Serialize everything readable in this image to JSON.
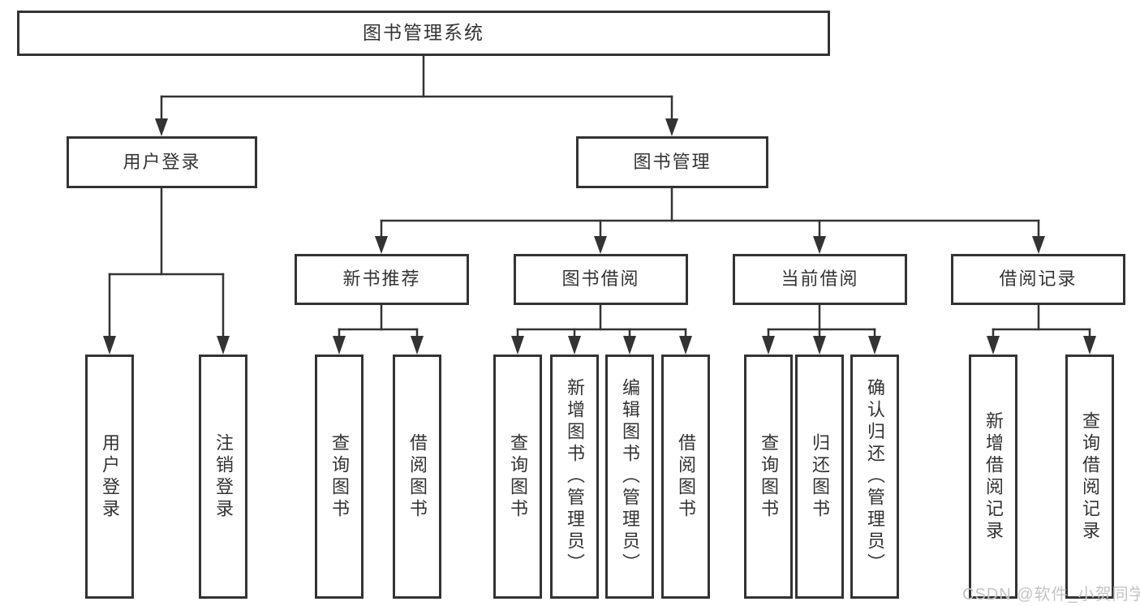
{
  "diagram_title": "图书管理系统",
  "colors": {
    "line": "#333333",
    "text": "#333333",
    "box_background": "#ffffff",
    "page_background": "#ffffff",
    "watermark": "#c4c4c4"
  },
  "watermark": {
    "text": "CSDN @软件_小贺同学"
  },
  "tree": {
    "root": {
      "label": "图书管理系统"
    },
    "branches": [
      {
        "label": "用户登录",
        "children": [
          {
            "label": "用户登录"
          },
          {
            "label": "注销登录"
          }
        ]
      },
      {
        "label": "图书管理",
        "children": [
          {
            "label": "新书推荐",
            "children": [
              {
                "label": "查询图书"
              },
              {
                "label": "借阅图书"
              }
            ]
          },
          {
            "label": "图书借阅",
            "children": [
              {
                "label": "查询图书"
              },
              {
                "label": "新增图书（管理员）"
              },
              {
                "label": "编辑图书（管理员）"
              },
              {
                "label": "借阅图书"
              }
            ]
          },
          {
            "label": "当前借阅",
            "children": [
              {
                "label": "查询图书"
              },
              {
                "label": "归还图书"
              },
              {
                "label": "确认归还（管理员）"
              }
            ]
          },
          {
            "label": "借阅记录",
            "children": [
              {
                "label": "新增借阅记录"
              },
              {
                "label": "查询借阅记录"
              }
            ]
          }
        ]
      }
    ]
  }
}
